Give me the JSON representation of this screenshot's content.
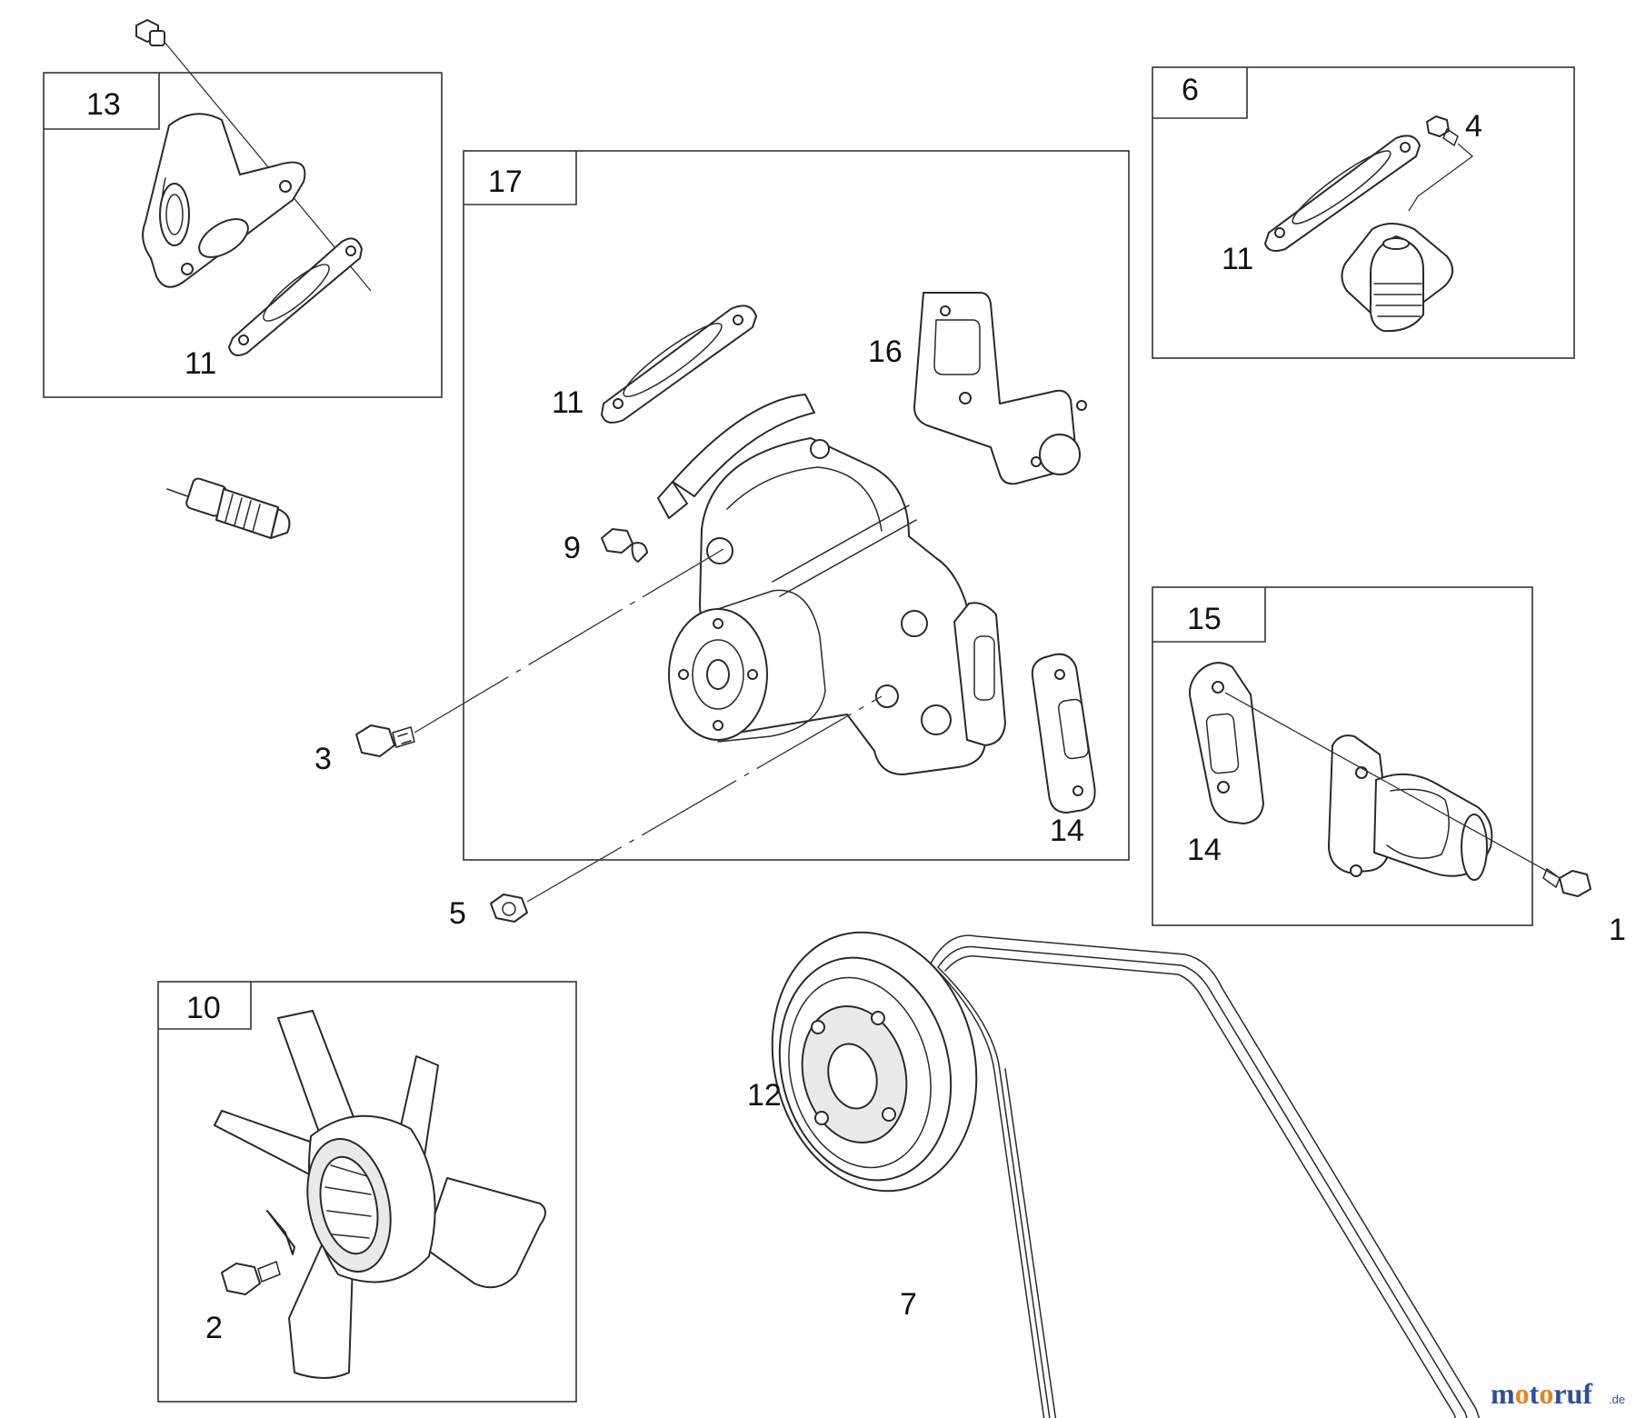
{
  "boxes": [
    {
      "id": "13",
      "label": "13"
    },
    {
      "id": "17",
      "label": "17"
    },
    {
      "id": "6",
      "label": "6"
    },
    {
      "id": "15",
      "label": "15"
    },
    {
      "id": "10",
      "label": "10"
    }
  ],
  "callouts": {
    "c11_box13": "11",
    "c11_box17": "11",
    "c16": "16",
    "c9": "9",
    "c3": "3",
    "c14_box17": "14",
    "c5": "5",
    "c4": "4",
    "c11_box6": "11",
    "c14_box15": "14",
    "c1": "1",
    "c12": "12",
    "c7": "7",
    "c2": "2"
  },
  "brand": {
    "text_o1": "m",
    "text_o2": "o",
    "text_t": "t",
    "text_o3": "o",
    "text_r": "r",
    "text_u": "u",
    "text_f": "f",
    "suffix": ".de",
    "color_blue": "#2b4f9e",
    "color_orange": "#e8821e"
  }
}
